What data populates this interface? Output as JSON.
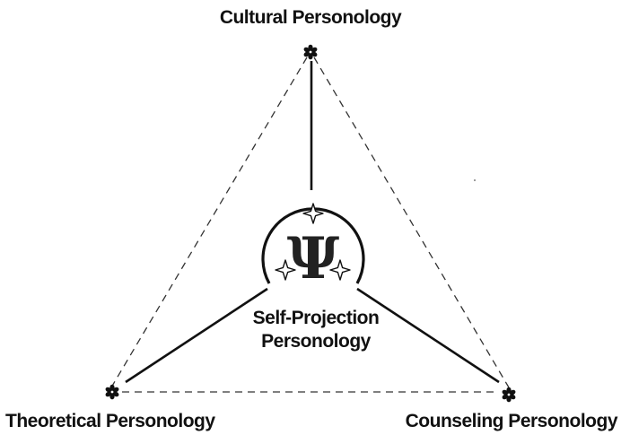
{
  "diagram": {
    "top_label": "Cultural Personology",
    "left_label": "Theoretical Personology",
    "right_label": "Counseling Personology",
    "center_label_line1": "Self-Projection",
    "center_label_line2": "Personology",
    "center_symbol": "Ψ",
    "node_icon": "flower-icon",
    "sparkle_icon": "four-point-star-icon"
  }
}
